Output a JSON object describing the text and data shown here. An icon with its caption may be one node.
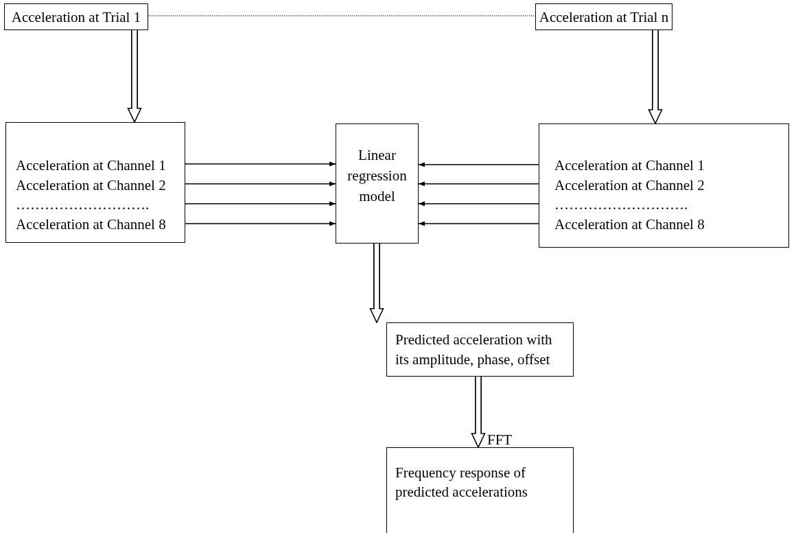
{
  "diagram": {
    "nodes": [
      {
        "text": [
          "Acceleration at Trial 1"
        ]
      },
      {
        "text": [
          "Acceleration at Trial n"
        ]
      },
      {
        "text": [
          "Acceleration at Channel 1",
          "Acceleration at Channel 2",
          "……………………….",
          "Acceleration at Channel 8"
        ]
      },
      {
        "text": [
          "Linear regression model"
        ]
      },
      {
        "text": [
          "Acceleration at Channel 1",
          "Acceleration at Channel 2",
          "……………………….",
          "Acceleration at Channel 8"
        ]
      },
      {
        "text": [
          "Predicted acceleration with its amplitude, phase, offset"
        ]
      },
      {
        "text": [
          "Frequency response of predicted accelerations"
        ]
      }
    ],
    "edges": [
      {
        "from": 0,
        "to": 1,
        "arrow": "none",
        "style": "dashed"
      },
      {
        "from": 0,
        "to": 2,
        "arrow": "to",
        "style": "thick"
      },
      {
        "from": 1,
        "to": 4,
        "arrow": "to",
        "style": "thick"
      },
      {
        "from": 2,
        "to": 3,
        "arrow": "to"
      },
      {
        "from": 2,
        "to": 3,
        "arrow": "to"
      },
      {
        "from": 2,
        "to": 3,
        "arrow": "to"
      },
      {
        "from": 2,
        "to": 3,
        "arrow": "to"
      },
      {
        "from": 4,
        "to": 3,
        "arrow": "to"
      },
      {
        "from": 4,
        "to": 3,
        "arrow": "to"
      },
      {
        "from": 4,
        "to": 3,
        "arrow": "to"
      },
      {
        "from": 4,
        "to": 3,
        "arrow": "to"
      },
      {
        "from": 3,
        "to": 5,
        "arrow": "to",
        "style": "thick"
      },
      {
        "from": 5,
        "to": 6,
        "arrow": "to",
        "style": "thick",
        "label": "FFT"
      }
    ]
  }
}
